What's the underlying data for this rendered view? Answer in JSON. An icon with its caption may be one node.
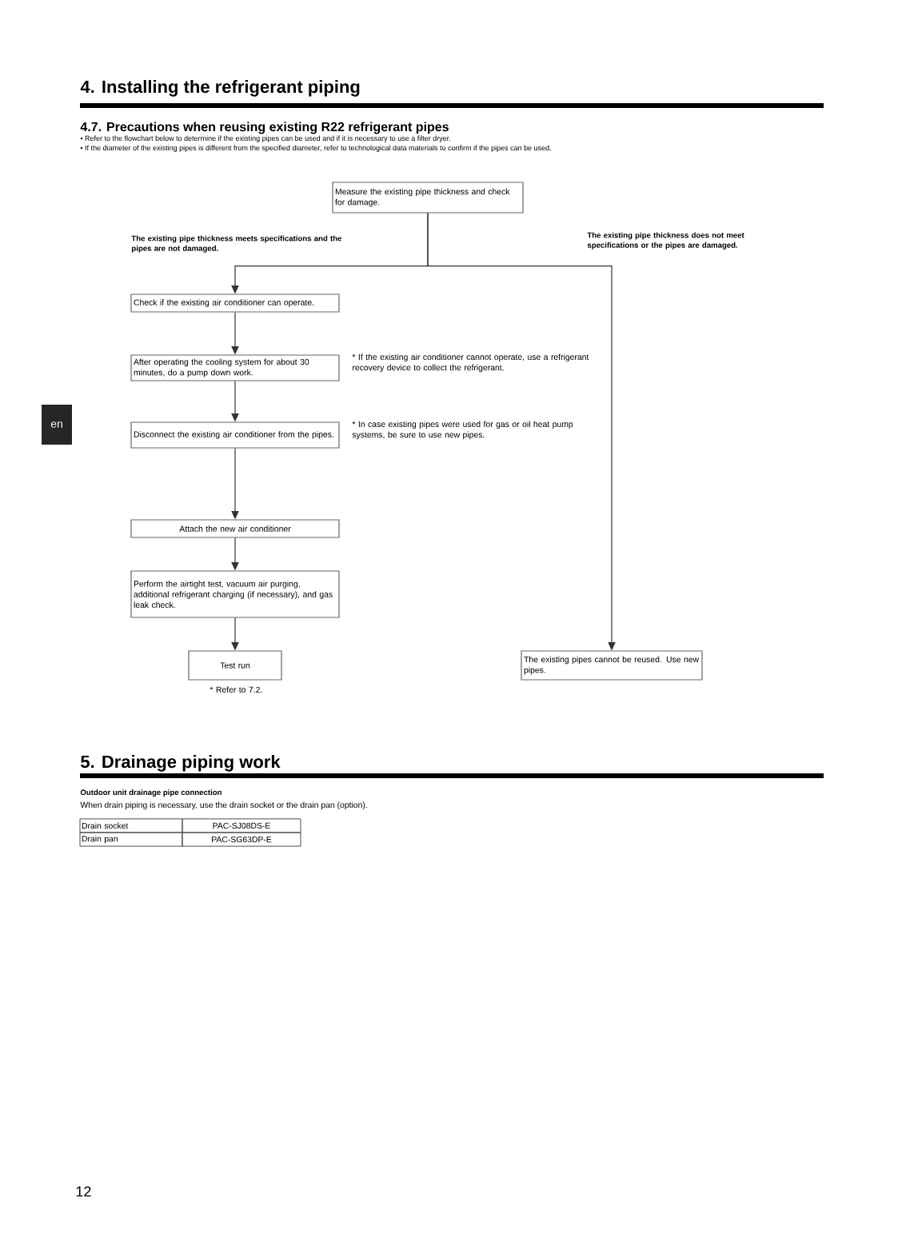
{
  "diagram": {
    "title": "4. Installing the refrigerant piping",
    "nodes": [
      {
        "text": [
          "Measure the existing pipe thickness and check for damage."
        ]
      },
      {
        "text": [
          "Check if the existing air conditioner can operate."
        ]
      },
      {
        "text": [
          "After operating the cooling system for about 30 minutes, do a pump down work."
        ],
        "beside": [
          "* If the existing air conditioner cannot operate, use a refrigerant recovery device to collect the refrigerant."
        ]
      },
      {
        "text": [
          "Disconnect the existing air conditioner from the pipes."
        ],
        "beside": [
          "* In case existing pipes were used for gas or oil heat pump systems, be sure to use new pipes."
        ]
      },
      {
        "text": [
          "Attach the new air conditioner"
        ]
      },
      {
        "text": [
          "Perform the airtight test, vacuum air purging, additional refrigerant charging (if necessary), and gas leak check."
        ]
      },
      {
        "text": [
          "Test run"
        ],
        "beside": [
          "* Refer to 7.2."
        ]
      },
      {
        "text": [
          "The existing pipes cannot be reused. Use new pipes."
        ]
      }
    ],
    "edges": [
      {
        "from": 0,
        "to": 1,
        "arrow": "to",
        "label": "The existing pipe thickness meets specifications and the pipes are not damaged."
      },
      {
        "from": 1,
        "to": 2,
        "arrow": "to"
      },
      {
        "from": 2,
        "to": 3,
        "arrow": "to"
      },
      {
        "from": 3,
        "to": 4,
        "arrow": "to"
      },
      {
        "from": 4,
        "to": 5,
        "arrow": "to"
      },
      {
        "from": 5,
        "to": 6,
        "arrow": "to"
      },
      {
        "from": 0,
        "to": 7,
        "arrow": "to",
        "label": "The existing pipe thickness does not meet specifications or the pipes are damaged."
      }
    ],
    "labels": [
      "4.7. Precautions when reusing existing R22 refrigerant pipes",
      "• Refer to the flowchart below to determine if the existing pipes can be used and if it is necessary to use a filter dryer.",
      "• If the diameter of the existing pipes is different from the specified diameter, refer to technological data materials to confirm if the pipes can be used.",
      "5. Drainage piping work",
      "Outdoor unit drainage pipe connection",
      "When drain piping is necessary, use the drain socket or the drain pan (option).",
      "Drain socket",
      "PAC-SJ08DS-E",
      "Drain pan",
      "PAC-SG63DP-E",
      "en",
      "12"
    ]
  }
}
